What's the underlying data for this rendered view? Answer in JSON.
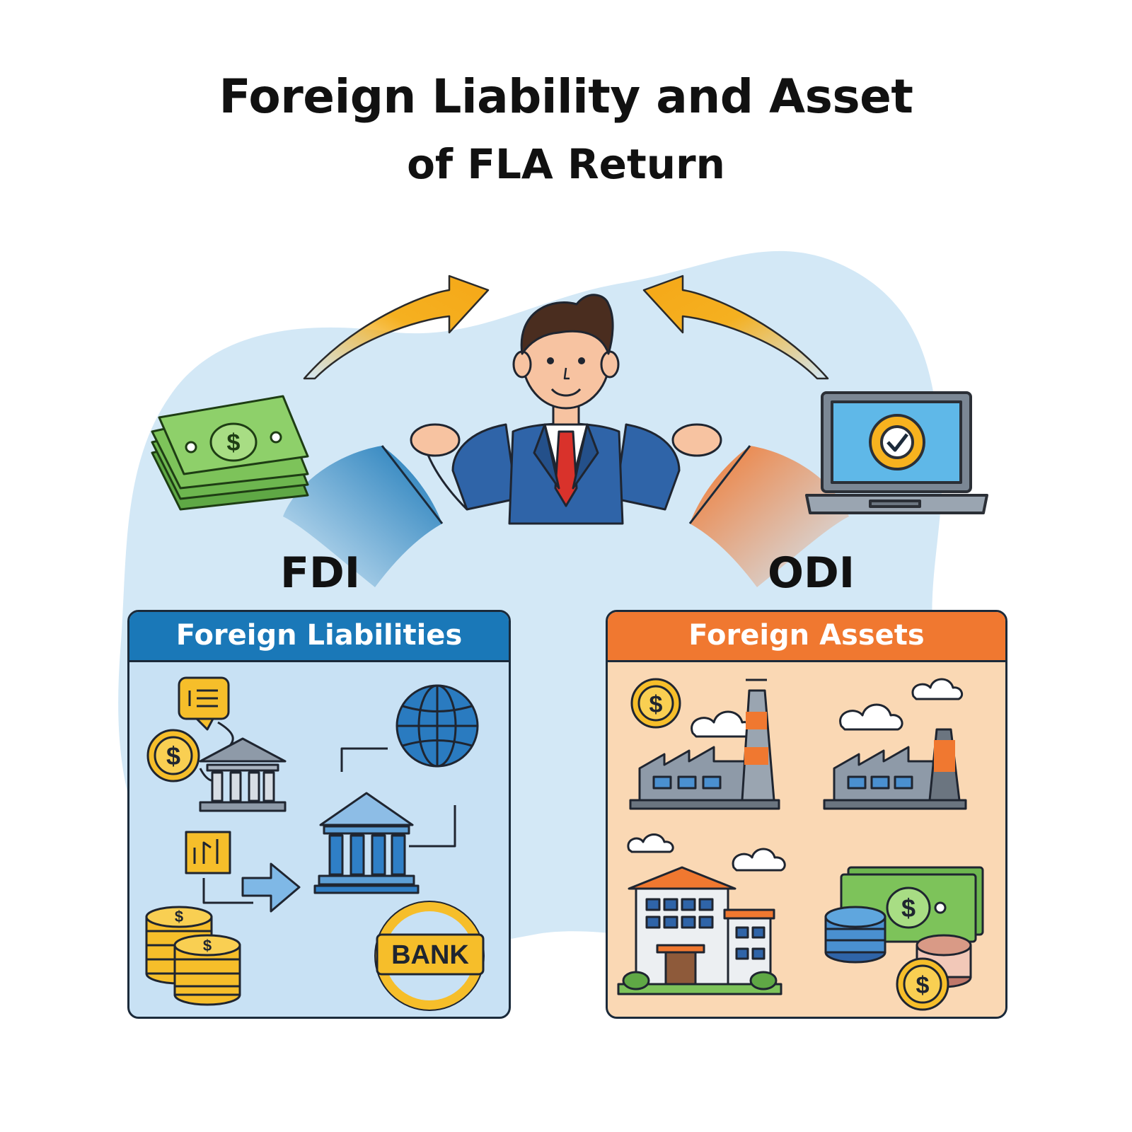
{
  "title": {
    "line1": "Foreign Liability and Asset",
    "line2": "of FLA Return"
  },
  "left_flow": {
    "label": "FDI",
    "panel_title": "Foreign Liabilities",
    "color": "#1a78b8",
    "bank_sign": "BANK"
  },
  "right_flow": {
    "label": "ODI",
    "panel_title": "Foreign Assets",
    "color": "#f07830"
  },
  "colors": {
    "arrow_gold": "#f5b020",
    "backdrop_blue": "#d3e8f6",
    "panel_blue": "#c8e1f4",
    "panel_peach": "#fad8b4",
    "money_green": "#7dc35a",
    "coin_gold": "#f6be2a"
  }
}
